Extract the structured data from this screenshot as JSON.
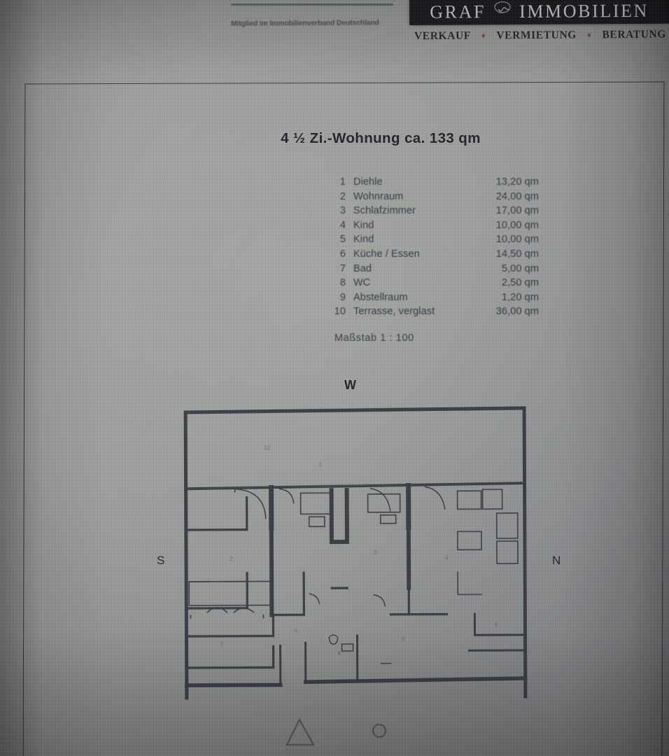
{
  "letterhead": {
    "membership_text": "Mitglied im Immobilienverband Deutschland",
    "brand_name_left": "GRAF",
    "brand_name_right": "IMMOBILIEN",
    "brand_emblem": "swan-emblem",
    "tagline": [
      "VERKAUF",
      "VERMIETUNG",
      "BERATUNG"
    ],
    "tagline_separator": "♦",
    "bar_color": "#0d0f13",
    "separator_color": "#7d4a3c"
  },
  "headline": "4 ½  Zi.-Wohnung ca. 133 qm",
  "legend": {
    "rows": [
      {
        "no": "1",
        "name": "Diehle",
        "area": "13,20 qm"
      },
      {
        "no": "2",
        "name": "Wohnraum",
        "area": "24,00 qm"
      },
      {
        "no": "3",
        "name": "Schlafzimmer",
        "area": "17,00 qm"
      },
      {
        "no": "4",
        "name": "Kind",
        "area": "10,00 qm"
      },
      {
        "no": "5",
        "name": "Kind",
        "area": "10,00 qm"
      },
      {
        "no": "6",
        "name": "Küche / Essen",
        "area": "14,50 qm"
      },
      {
        "no": "7",
        "name": "Bad",
        "area": "5,00 qm"
      },
      {
        "no": "8",
        "name": "WC",
        "area": "2,50 qm"
      },
      {
        "no": "9",
        "name": "Abstellraum",
        "area": "1,20 qm"
      },
      {
        "no": "10",
        "name": "Terrasse, verglast",
        "area": "36,00 qm"
      }
    ]
  },
  "scale_note": "Maßstab  1 : 100",
  "compass": {
    "west": "W",
    "south": "S",
    "north": "N"
  },
  "symbols": {
    "triangle": "triangle-outline",
    "circle": "circle-outline"
  },
  "colors": {
    "paper": "#93968f",
    "ink": "#1d2530",
    "wall": "#22262e"
  }
}
